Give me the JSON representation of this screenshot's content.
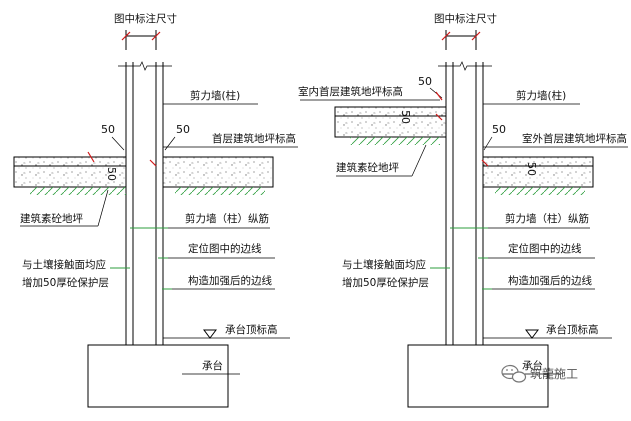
{
  "left_detail": {
    "top_label": "图中标注尺寸",
    "dim_left": "50",
    "dim_right": "50",
    "dim_vertical": "50",
    "wall_label": "剪力墙(柱)",
    "ground_floor_label": "首层建筑地坪标高",
    "floor_slab_label": "建筑素砼地坪",
    "rebar_label": "剪力墙（柱）纵筋",
    "centerline_label": "定位图中的边线",
    "strengthened_label": "构造加强后的边线",
    "soil_contact_label_1": "与土壤接触面均应",
    "soil_contact_label_2": "增加50厚砼保护层",
    "cap_top_label": "承台顶标高",
    "cap_label": "承台"
  },
  "right_detail": {
    "top_label": "图中标注尺寸",
    "dim_top": "50",
    "dim_vertical": "50",
    "dim_right": "50",
    "dim_right_vertical": "50",
    "indoor_floor_label": "室内首层建筑地坪标高",
    "wall_label": "剪力墙(柱)",
    "outdoor_floor_label": "室外首层建筑地坪标高",
    "floor_slab_label": "建筑素砼地坪",
    "rebar_label": "剪力墙（柱）纵筋",
    "centerline_label": "定位图中的边线",
    "strengthened_label": "构造加强后的边线",
    "soil_contact_label_1": "与土壤接触面均应",
    "soil_contact_label_2": "增加50厚砼保护层",
    "cap_top_label": "承台顶标高",
    "cap_label": "承台"
  },
  "watermark": {
    "text": "筑龍施工",
    "icon": "wechat-icon"
  },
  "colors": {
    "line": "#000000",
    "accent_green": "#2e9e3e",
    "accent_red": "#d11a1a",
    "watermark": "#555555"
  }
}
